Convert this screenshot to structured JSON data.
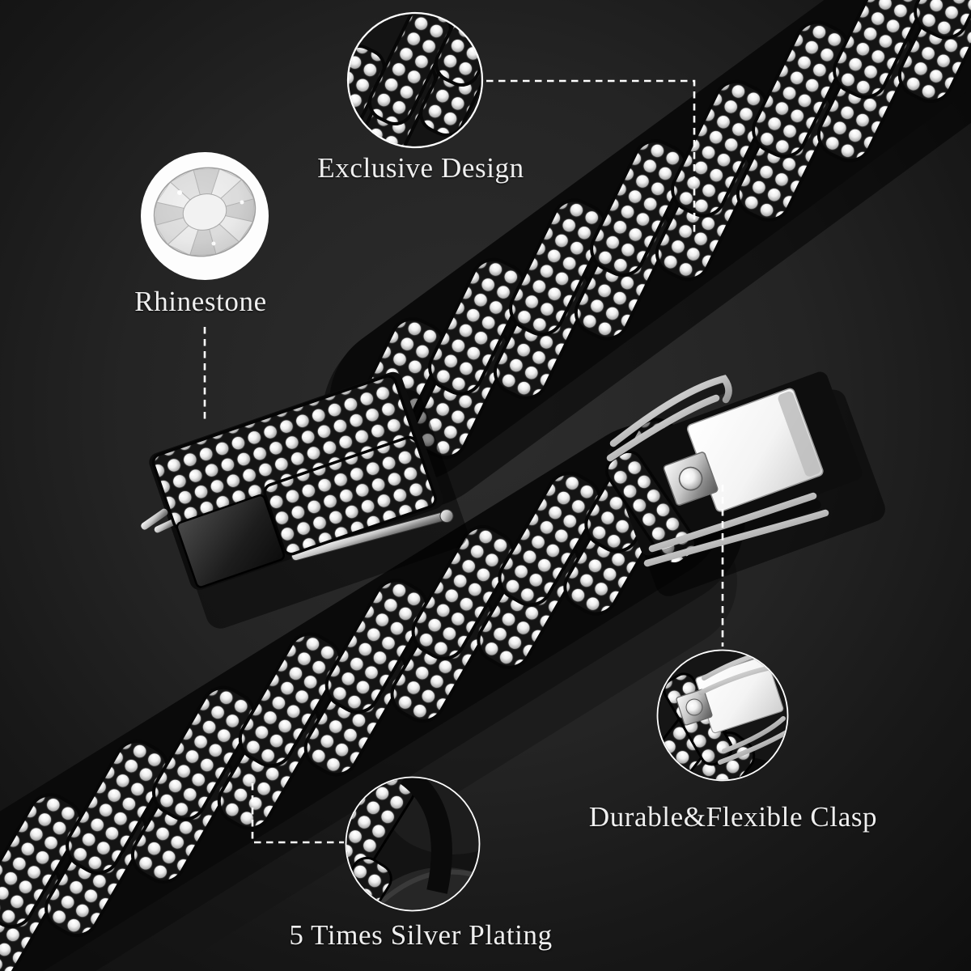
{
  "labels": {
    "exclusive_design": "Exclusive Design",
    "rhinestone": "Rhinestone",
    "durable_clasp": "Durable&Flexible Clasp",
    "silver_plating": "5 Times Silver Plating"
  },
  "colors": {
    "background": "#232323",
    "text": "#efefef",
    "leader_line": "#ffffff",
    "metal_light": "#f5f5f5",
    "metal_mid": "#b9b9b9",
    "metal_dark": "#5c5c5c",
    "shadow": "#0a0a0a"
  }
}
